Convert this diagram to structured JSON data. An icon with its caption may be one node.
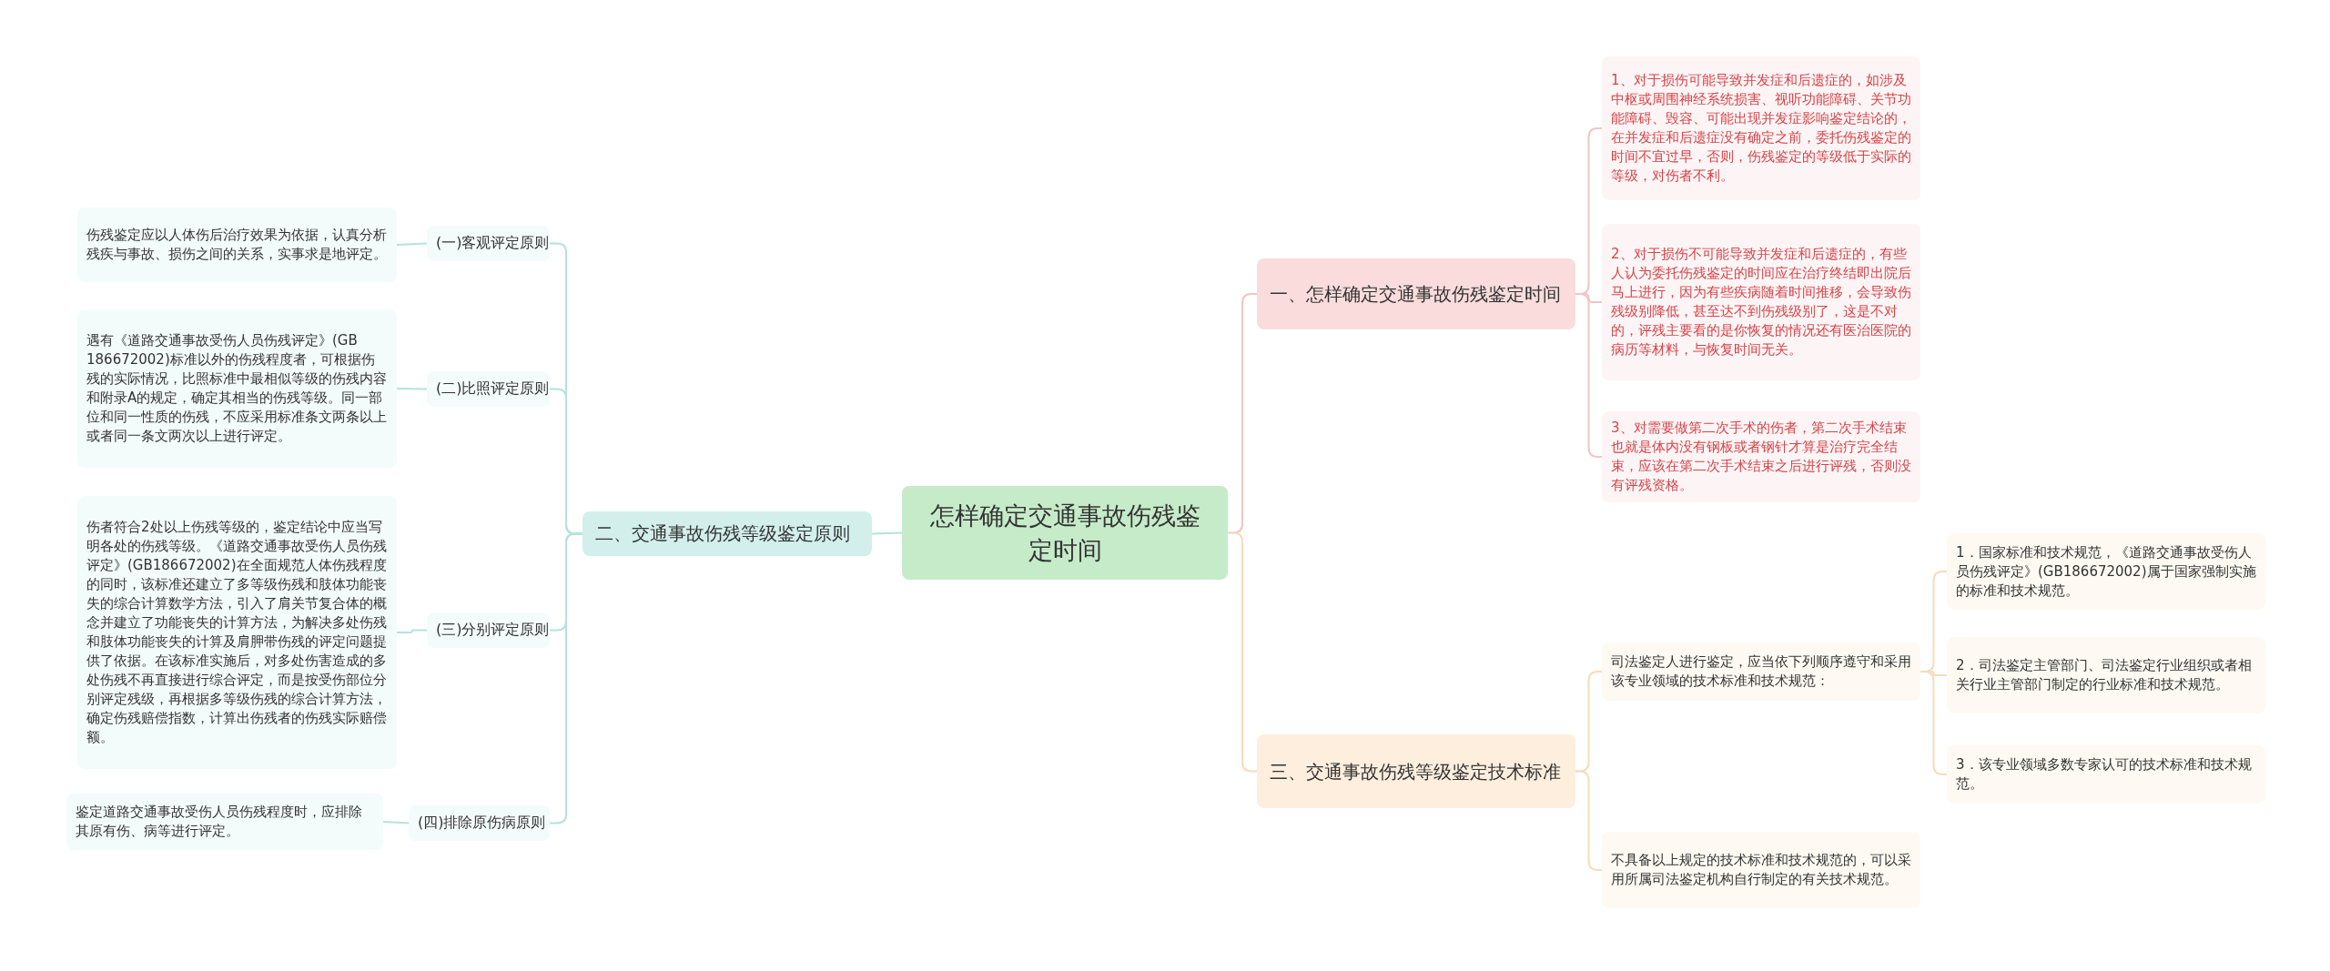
{
  "diagram": {
    "nodes": [
      {
        "text": [
          "怎样确定交通事故伤残鉴定时间"
        ]
      },
      {
        "text": [
          "二、交通事故伤残等级鉴定原则"
        ]
      },
      {
        "text": [
          "(一)客观评定原则"
        ]
      },
      {
        "text": [
          "伤残鉴定应以人体伤后治疗效果为依据，认真分析残疾与事故、损伤之间的关系，实事求是地评定。"
        ]
      },
      {
        "text": [
          "(二)比照评定原则"
        ]
      },
      {
        "text": [
          "遇有《道路交通事故受伤人员伤残评定》(GB 186672002)标准以外的伤残程度者，可根据伤残的实际情况，比照标准中最相似等级的伤残内容和附录A的规定，确定其相当的伤残等级。同一部位和同一性质的伤残，不应采用标准条文两条以上或者同一条文两次以上进行评定。"
        ]
      },
      {
        "text": [
          "(三)分别评定原则"
        ]
      },
      {
        "text": [
          "伤者符合2处以上伤残等级的，鉴定结论中应当写明各处的伤残等级。《道路交通事故受伤人员伤残评定》(GB186672002)在全面规范人体伤残程度的同时，该标准还建立了多等级伤残和肢体功能丧失的综合计算数学方法，引入了肩关节复合体的概念并建立了功能丧失的计算方法，为解决多处伤残和肢体功能丧失的计算及肩胛带伤残的评定问题提供了依据。在该标准实施后，对多处伤害造成的多处伤残不再直接进行综合评定，而是按受伤部位分别评定残级，再根据多等级伤残的综合计算方法，确定伤残赔偿指数，计算出伤残者的伤残实际赔偿额。"
        ]
      },
      {
        "text": [
          "(四)排除原伤病原则"
        ]
      },
      {
        "text": [
          "鉴定道路交通事故受伤人员伤残程度时，应排除其原有伤、病等进行评定。"
        ]
      },
      {
        "text": [
          "一、怎样确定交通事故伤残鉴定时间"
        ]
      },
      {
        "text": [
          "1、对于损伤可能导致并发症和后遗症的，如涉及中枢或周围神经系统损害、视听功能障碍、关节功能障碍、毁容、可能出现并发症影响鉴定结论的，在并发症和后遗症没有确定之前，委托伤残鉴定的时间不宜过早，否则，伤残鉴定的等级低于实际的等级，对伤者不利。"
        ]
      },
      {
        "text": [
          "2、对于损伤不可能导致并发症和后遗症的，有些人认为委托伤残鉴定的时间应在治疗终结即出院后马上进行，因为有些疾病随着时间推移，会导致伤残级别降低，甚至达不到伤残级别了，这是不对的，评残主要看的是你恢复的情况还有医治医院的病历等材料，与恢复时间无关。"
        ]
      },
      {
        "text": [
          "3、对需要做第二次手术的伤者，第二次手术结束也就是体内没有钢板或者钢针才算是治疗完全结束，应该在第二次手术结束之后进行评残，否则没有评残资格。"
        ]
      },
      {
        "text": [
          "三、交通事故伤残等级鉴定技术标准"
        ]
      },
      {
        "text": [
          "司法鉴定人进行鉴定，应当依下列顺序遵守和采用该专业领域的技术标准和技术规范："
        ]
      },
      {
        "text": [
          "1．国家标准和技术规范，《道路交通事故受伤人员伤残评定》(GB186672002)属于国家强制实施的标准和技术规范。"
        ]
      },
      {
        "text": [
          "2．司法鉴定主管部门、司法鉴定行业组织或者相关行业主管部门制定的行业标准和技术规范。"
        ]
      },
      {
        "text": [
          "3．该专业领域多数专家认可的技术标准和技术规范。"
        ]
      },
      {
        "text": [
          "不具备以上规定的技术标准和技术规范的，可以采用所属司法鉴定机构自行制定的有关技术规范。"
        ]
      }
    ],
    "edges": [
      {
        "from": 0,
        "to": 1,
        "arrow": "none"
      },
      {
        "from": 1,
        "to": 2,
        "arrow": "none"
      },
      {
        "from": 2,
        "to": 3,
        "arrow": "none"
      },
      {
        "from": 1,
        "to": 4,
        "arrow": "none"
      },
      {
        "from": 4,
        "to": 5,
        "arrow": "none"
      },
      {
        "from": 1,
        "to": 6,
        "arrow": "none"
      },
      {
        "from": 6,
        "to": 7,
        "arrow": "none"
      },
      {
        "from": 1,
        "to": 8,
        "arrow": "none"
      },
      {
        "from": 8,
        "to": 9,
        "arrow": "none"
      },
      {
        "from": 0,
        "to": 10,
        "arrow": "none",
        "color": "#f3c4c4"
      },
      {
        "from": 10,
        "to": 11,
        "arrow": "none",
        "color": "#f3c4c4"
      },
      {
        "from": 10,
        "to": 12,
        "arrow": "none",
        "color": "#f3c4c4"
      },
      {
        "from": 10,
        "to": 13,
        "arrow": "none",
        "color": "#f3c4c4"
      },
      {
        "from": 0,
        "to": 14,
        "arrow": "none",
        "color": "#f5dcbc"
      },
      {
        "from": 14,
        "to": 15,
        "arrow": "none",
        "color": "#f5dcbc"
      },
      {
        "from": 15,
        "to": 16,
        "arrow": "none",
        "color": "#f5dcbc"
      },
      {
        "from": 15,
        "to": 17,
        "arrow": "none",
        "color": "#f5dcbc"
      },
      {
        "from": 15,
        "to": 18,
        "arrow": "none",
        "color": "#f5dcbc"
      },
      {
        "from": 14,
        "to": 19,
        "arrow": "none",
        "color": "#f5dcbc"
      }
    ]
  }
}
